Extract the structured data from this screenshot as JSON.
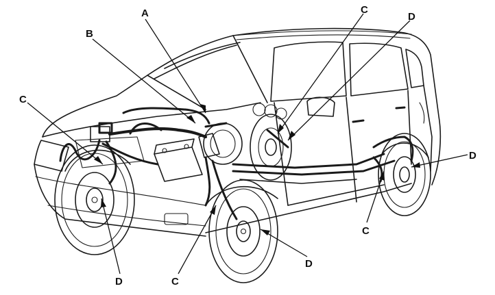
{
  "diagram": {
    "labels": {
      "A": "A",
      "B": "B",
      "C1": "C",
      "C2": "C",
      "C3": "C",
      "C4": "C",
      "D1": "D",
      "D2": "D",
      "D3": "D",
      "D4": "D"
    }
  }
}
